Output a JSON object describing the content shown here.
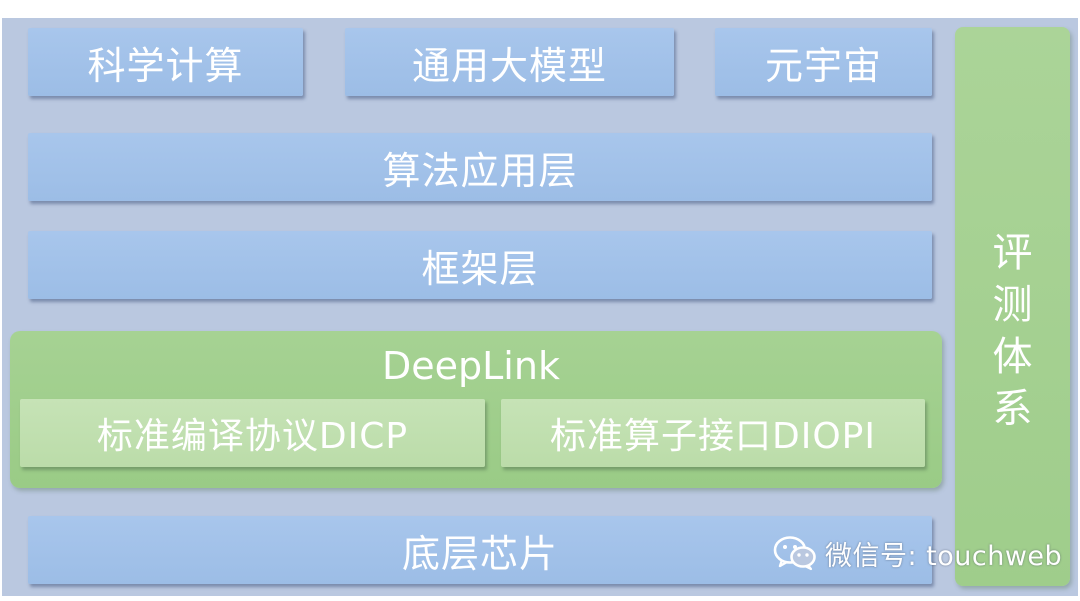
{
  "top_row": [
    {
      "label": "科学计算"
    },
    {
      "label": "通用大模型"
    },
    {
      "label": "元宇宙"
    }
  ],
  "layers": {
    "algorithm": "算法应用层",
    "framework": "框架层",
    "chip": "底层芯片"
  },
  "deeplink": {
    "title": "DeepLink",
    "left": "标准编译协议DICP",
    "right": "标准算子接口DIOPI"
  },
  "evaluation": [
    "评",
    "测",
    "体",
    "系"
  ],
  "watermark": {
    "icon": "wechat-icon",
    "text": "微信号: touchweb"
  },
  "colors": {
    "blue_box": "#a3c2ea",
    "green": "#a2cf8e",
    "light_green": "#c1e0b0",
    "backdrop": "#bac8e0"
  }
}
